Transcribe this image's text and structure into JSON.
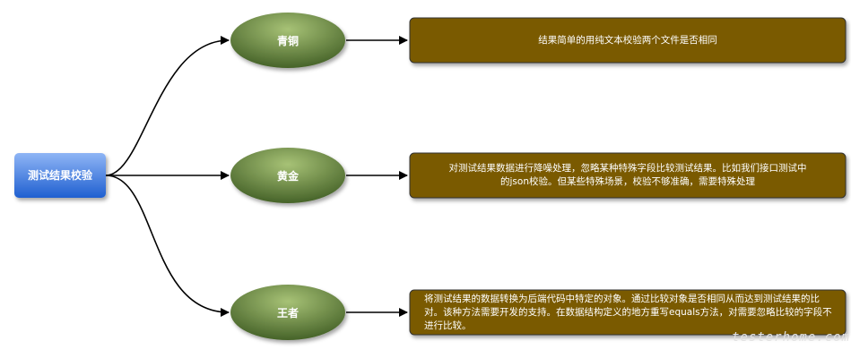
{
  "root": {
    "label": "测试结果校验"
  },
  "levels": [
    {
      "label": "青铜",
      "description": "结果简单的用纯文本校验两个文件是否相同"
    },
    {
      "label": "黄金",
      "description": "对测试结果数据进行降噪处理，忽略某种特殊字段比较测试结果。比如我们接口测试中的json校验。但某些特殊场景，校验不够准确，需要特殊处理"
    },
    {
      "label": "王者",
      "description": "将测试结果的数据转换为后端代码中特定的对象。通过比较对象是否相同从而达到测试结果的比对。该种方法需要开发的支持。在数据结构定义的地方重写equals方法，对需要忽略比较的字段不进行比较。"
    }
  ],
  "watermark": "testerhome.com",
  "colors": {
    "root_fill_top": "#7aa6f0",
    "root_fill_bottom": "#1f5fd0",
    "ellipse_fill_top": "#9cb86a",
    "ellipse_fill_bottom": "#3d5a22",
    "box_fill": "#7a5a00",
    "connector": "#000000"
  }
}
